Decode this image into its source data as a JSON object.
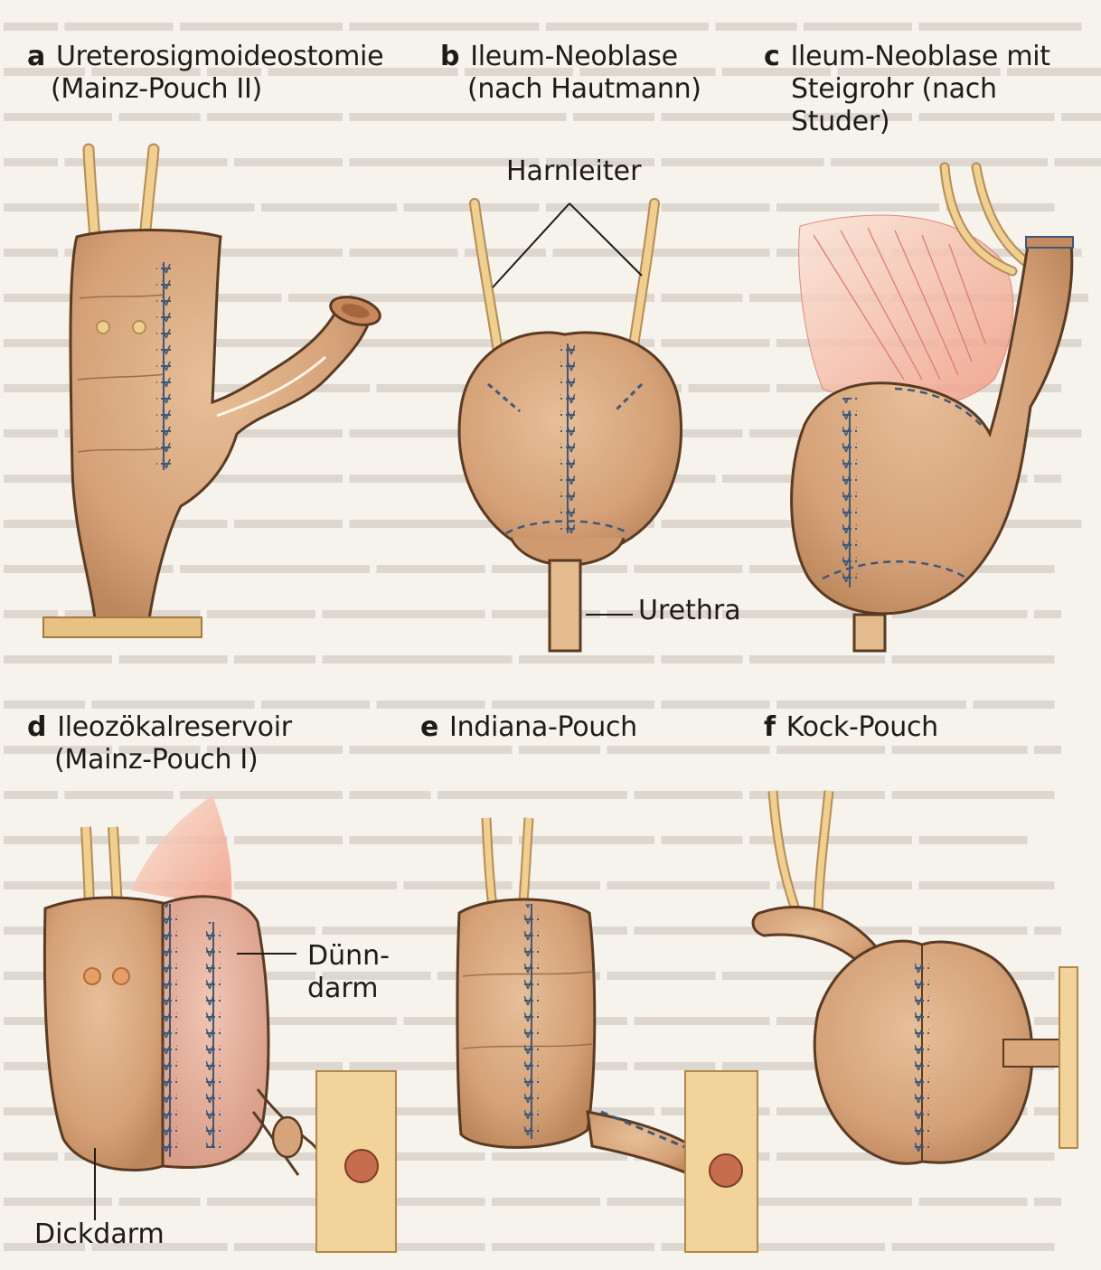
{
  "panels": [
    {
      "letter": "a",
      "title_line1": "Ureterosigmoideostomie",
      "title_line2": "(Mainz-Pouch II)"
    },
    {
      "letter": "b",
      "title_line1": "Ileum-Neoblase",
      "title_line2": "(nach Hautmann)"
    },
    {
      "letter": "c",
      "title_line1": "Ileum-Neoblase mit",
      "title_line2": "Steigrohr (nach Studer)"
    },
    {
      "letter": "d",
      "title_line1": "Ileozökalreservoir",
      "title_line2": "(Mainz-Pouch I)"
    },
    {
      "letter": "e",
      "title_line1": "Indiana-Pouch",
      "title_line2": ""
    },
    {
      "letter": "f",
      "title_line1": "Kock-Pouch",
      "title_line2": ""
    }
  ],
  "annotations": {
    "harnleiter": "Harnleiter",
    "urethra": "Urethra",
    "duenndarm_line1": "Dünn-",
    "duenndarm_line2": "darm",
    "dickdarm": "Dickdarm"
  },
  "colors": {
    "tissue": "#d9a77c",
    "tissue_dark": "#b8845b",
    "ureter": "#f0cf8f",
    "outline": "#5a3b22",
    "suture": "#3e5878",
    "mesentery": "#f3a28d",
    "small_bowel": "#e9b3a0",
    "background": "#f6f2ec"
  }
}
